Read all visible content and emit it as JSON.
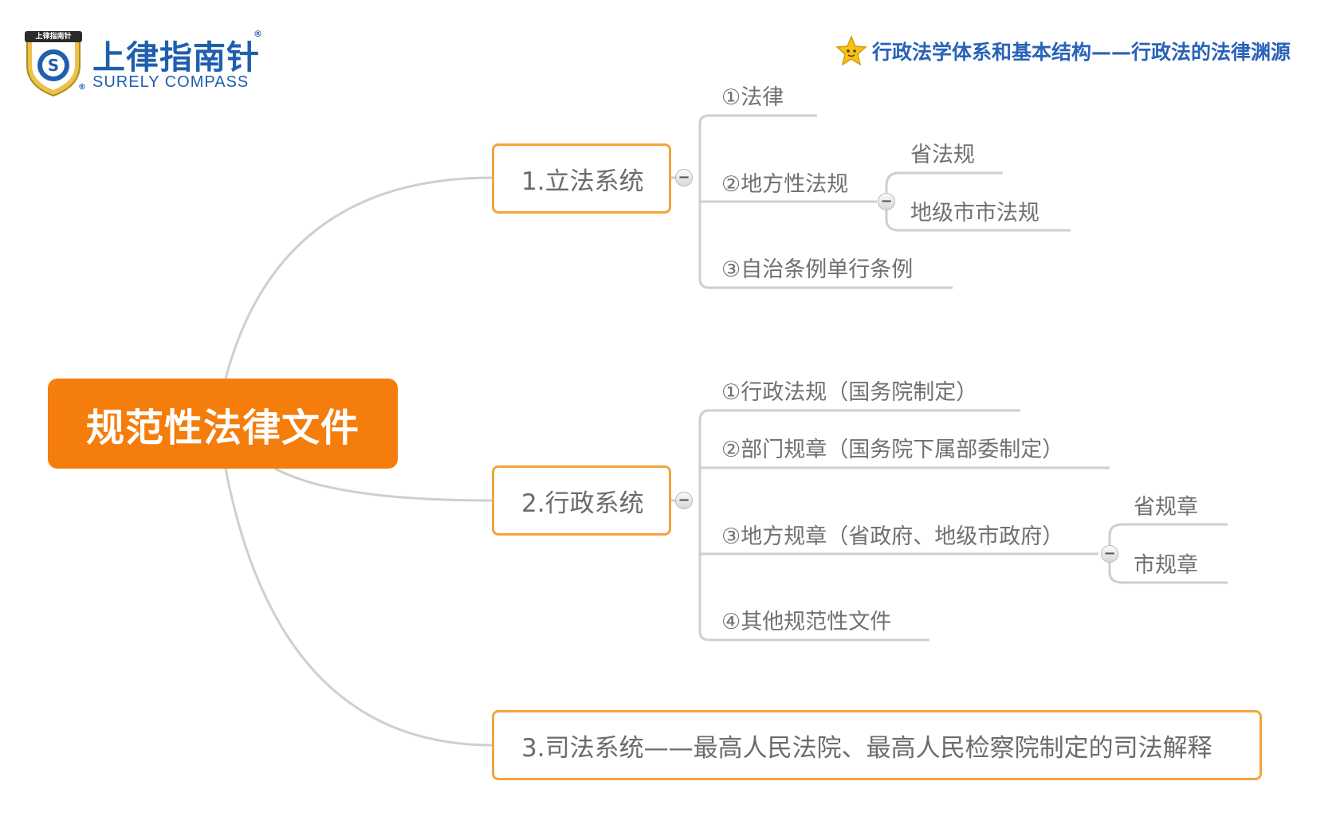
{
  "logo": {
    "name": "上律指南针",
    "english": "SURELY COMPASS",
    "registered": "®",
    "shield_label": "上律指南针"
  },
  "header": {
    "title": "行政法学体系和基本结构——行政法的法律渊源",
    "icon": "star-icon"
  },
  "root": {
    "label": "规范性法律文件"
  },
  "branches": [
    {
      "label": "1.立法系统",
      "children": [
        {
          "label": "①法律"
        },
        {
          "label": "②地方性法规",
          "children": [
            {
              "label": "省法规"
            },
            {
              "label": "地级市市法规"
            }
          ]
        },
        {
          "label": "③自治条例单行条例"
        }
      ]
    },
    {
      "label": "2.行政系统",
      "children": [
        {
          "label": "①行政法规（国务院制定）"
        },
        {
          "label": "②部门规章（国务院下属部委制定）"
        },
        {
          "label": "③地方规章（省政府、地级市政府）",
          "children": [
            {
              "label": "省规章"
            },
            {
              "label": "市规章"
            }
          ]
        },
        {
          "label": "④其他规范性文件"
        }
      ]
    },
    {
      "label": "3.司法系统——最高人民法院、最高人民检察院制定的司法解释"
    }
  ],
  "toggle_symbol": "−",
  "colors": {
    "root": "#f47d0c",
    "branch_border": "#f3a43c",
    "line": "#cfcfcf",
    "header": "#2a62b8",
    "logo": "#1f5fae"
  }
}
